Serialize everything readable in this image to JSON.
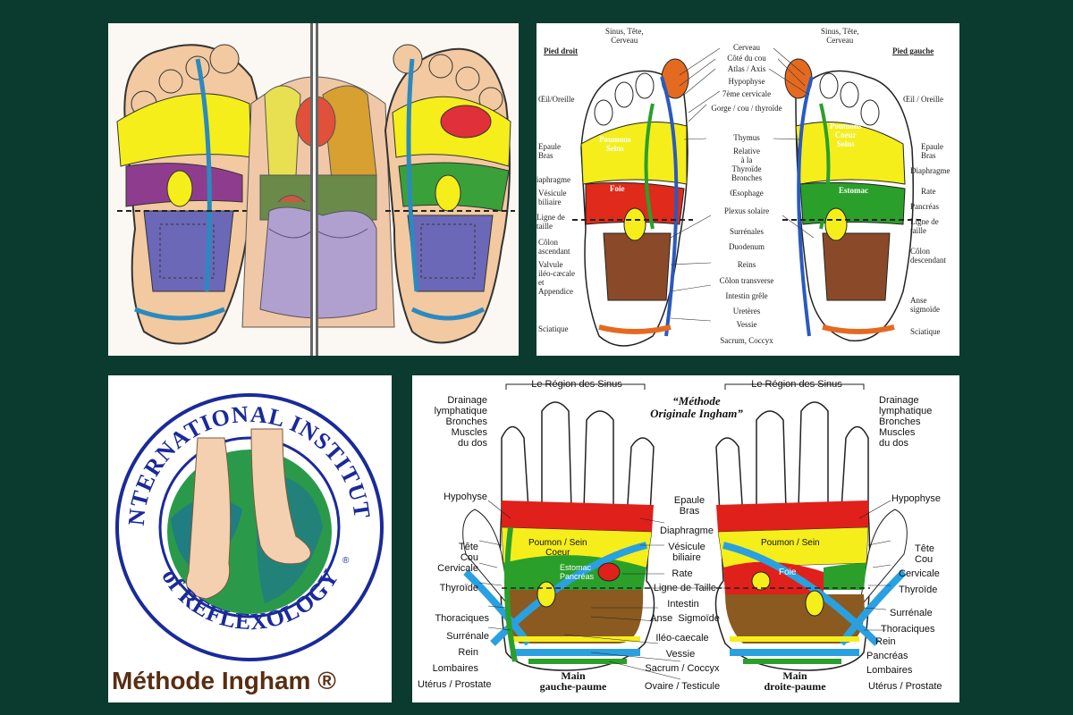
{
  "panel_foot_organs": {
    "title": ""
  },
  "panel_foot_chart": {
    "left_header": "Pied droit",
    "right_header": "Pied gauche",
    "top_left": "Sinus, Tête,\nCerveau",
    "top_right": "Sinus, Tête,\nCerveau",
    "center_labels": [
      "Cerveau",
      "Côté du cou",
      "Atlas / Axis",
      "Hypophyse",
      "7ème cervicale",
      "Gorge / cou / thyroïde",
      "Thymus",
      "Relative\nà la\nThyroïde\nBronches",
      "Œsophage",
      "Plexus solaire",
      "Surrénales",
      "Duodenum",
      "Reins",
      "Côlon transverse",
      "Intestin grêle",
      "Uretères",
      "Vessie",
      "Sacrum, Coccyx"
    ],
    "left_labels": [
      "Œil/Oreille",
      "Epaule\nBras",
      "iaphragme",
      "Vésicule\nbiliaire",
      "Ligne de\ntaille",
      "Côlon\nascendant",
      "Valvule\niléo-cæcale\net\nAppendice",
      "Sciatique"
    ],
    "right_labels": [
      "Œil / Oreille",
      "Epaule\nBras",
      "Diaphragme",
      "Rate",
      "Pancréas",
      "Ligne de\ntaille",
      "Côlon\ndescendant",
      "Anse\nsigmoïde",
      "Sciatique"
    ],
    "inner_left": [
      "Poumons\nSeins",
      "Foie"
    ],
    "inner_right": [
      "Poumons\nCoeur\nSeins",
      "Estomac"
    ]
  },
  "panel_logo": {
    "ring_top": "INTERNATIONAL INSTITUTE",
    "ring_bottom": "of REFLEXOLOGY",
    "registered": "®",
    "caption": "Méthode Ingham ®"
  },
  "panel_hands": {
    "title": "“Méthode\nOriginale Ingham”",
    "sinus_left": "Le Région des Sinus",
    "sinus_right": "Le Région des Sinus",
    "left_caption": "Main\ngauche-paume",
    "right_caption": "Main\ndroite-paume",
    "left_labels": [
      "Drainage\nlymphatique\nBronches\nMuscles\ndu dos",
      "Hypohyse",
      "Tête\nCou",
      "Cervicale",
      "Thyroïde",
      "Thoraciques",
      "Surrénale",
      "Rein",
      "Lombaires",
      "Utérus / Prostate"
    ],
    "center_labels": [
      "Epaule\nBras",
      "Diaphragme",
      "Vésicule\nbiliaire",
      "Rate",
      "Ligne de Taille",
      "Intestin",
      "Anse  Sigmoïde",
      "Iléo-caecale",
      "Vessie",
      "Sacrum / Coccyx",
      "Ovaire / Testicule"
    ],
    "right_labels": [
      "Drainage\nlymphatique\nBronches\nMuscles\ndu dos",
      "Hypophyse",
      "Tête\nCou",
      "Cervicale",
      "Thyroïde",
      "Surrénale",
      "Thoraciques",
      "Rein",
      "Pancréas",
      "Lombaires",
      "Utérus / Prostate"
    ],
    "inner_left": [
      "Poumon / Sein\nCoeur",
      "Estomac\nPancréas"
    ],
    "inner_right": [
      "Poumon / Sein",
      "Foie"
    ]
  },
  "colors": {
    "background": "#0b3a2e",
    "brown_caption": "#5a2e12"
  }
}
